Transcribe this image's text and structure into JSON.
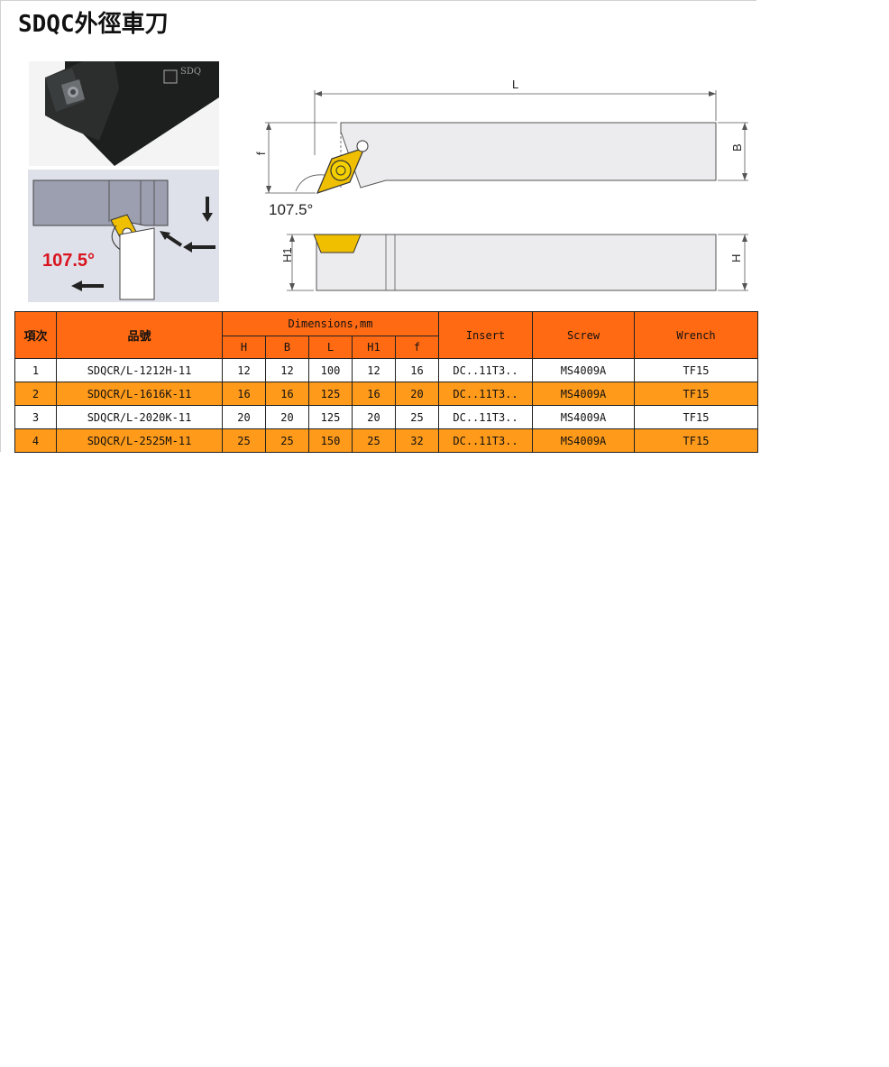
{
  "title": "SDQC外徑車刀",
  "photo": {
    "brand_mark": "SDQ"
  },
  "schematic": {
    "angle_label": "107.5°"
  },
  "drawing": {
    "dim_L": "L",
    "dim_B": "B",
    "dim_f": "f",
    "dim_H": "H",
    "dim_H1": "H1",
    "angle_label": "107.5°"
  },
  "table": {
    "header": {
      "item": "項次",
      "part_no": "品號",
      "dimensions": "Dimensions,mm",
      "dim_cols": [
        "H",
        "B",
        "L",
        "H1",
        "f"
      ],
      "insert": "Insert",
      "screw": "Screw",
      "wrench": "Wrench"
    },
    "rows": [
      [
        "1",
        "SDQCR/L-1212H-11",
        "12",
        "12",
        "100",
        "12",
        "16",
        "DC..11T3..",
        "MS4009A",
        "TF15"
      ],
      [
        "2",
        "SDQCR/L-1616K-11",
        "16",
        "16",
        "125",
        "16",
        "20",
        "DC..11T3..",
        "MS4009A",
        "TF15"
      ],
      [
        "3",
        "SDQCR/L-2020K-11",
        "20",
        "20",
        "125",
        "20",
        "25",
        "DC..11T3..",
        "MS4009A",
        "TF15"
      ],
      [
        "4",
        "SDQCR/L-2525M-11",
        "25",
        "25",
        "150",
        "25",
        "32",
        "DC..11T3..",
        "MS4009A",
        "TF15"
      ]
    ],
    "colors": {
      "header": "#ff6a13",
      "alt_row": "#ff9a1a"
    }
  }
}
